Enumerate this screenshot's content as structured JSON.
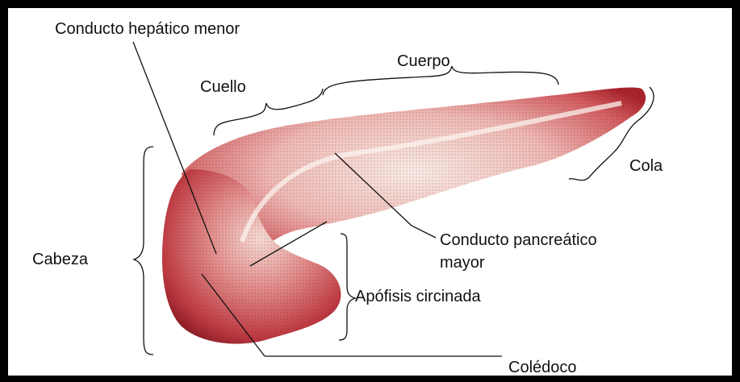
{
  "labels": {
    "conducto_hepatico_menor": "Conducto hepático menor",
    "cuerpo": "Cuerpo",
    "cuello": "Cuello",
    "cola": "Cola",
    "cabeza": "Cabeza",
    "conducto_pancreatico_line1": "Conducto pancreático",
    "conducto_pancreatico_line2": "mayor",
    "apofisis_circinada": "Apófisis circinada",
    "coledoco": "Colédoco"
  },
  "colors": {
    "frame_border": "#000000",
    "background": "#ffffff",
    "pancreas_dark": "#a8232c",
    "pancreas_mid": "#cf5a5e",
    "pancreas_light": "#f6e8e2",
    "line": "#111111"
  }
}
